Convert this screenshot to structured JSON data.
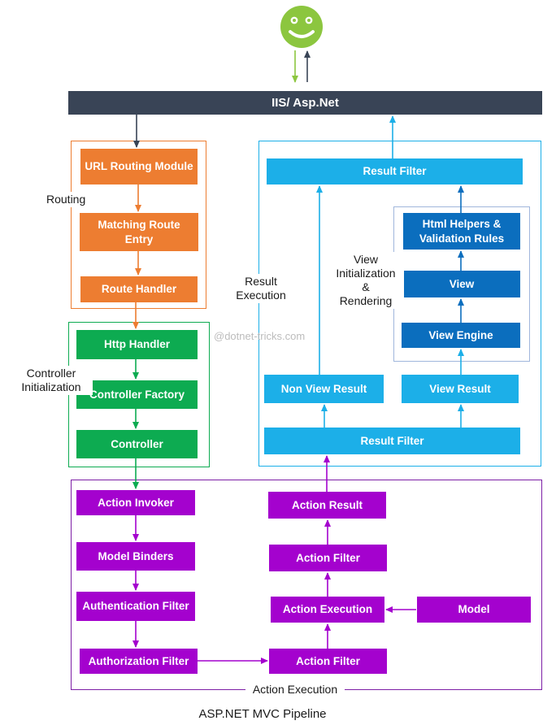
{
  "nodes": {
    "iis": "IIS/ Asp.Net",
    "url_routing_module": "URL Routing Module",
    "matching_route_entry": "Matching Route\nEntry",
    "route_handler": "Route Handler",
    "http_handler": "Http Handler",
    "controller_factory": "Controller Factory",
    "controller": "Controller",
    "action_invoker": "Action Invoker",
    "model_binders": "Model Binders",
    "authentication_filter": "Authentication Filter",
    "authorization_filter": "Authorization Filter",
    "action_result": "Action Result",
    "action_filter_top": "Action Filter",
    "action_execution": "Action Execution",
    "model": "Model",
    "action_filter_bottom": "Action Filter",
    "result_filter_top": "Result Filter",
    "html_helpers": "Html Helpers &\nValidation Rules",
    "view": "View",
    "view_engine": "View Engine",
    "non_view_result": "Non View Result",
    "view_result": "View Result",
    "result_filter_bottom": "Result Filter"
  },
  "labels": {
    "routing": "Routing",
    "controller_initialization": "Controller\nInitialization",
    "result_execution": "Result\nExecution",
    "view_initialization": "View\nInitialization\n&\nRendering",
    "action_execution": "Action Execution",
    "caption": "ASP.NET MVC Pipeline",
    "watermark": "@dotnet-tricks.com"
  },
  "icons": {
    "smiley": "user-smiley-face"
  },
  "colors": {
    "bar": "#394456",
    "orange": "#ED7D31",
    "green": "#0DAB51",
    "purple": "#A402CE",
    "purple_border": "#7D1FA6",
    "cyan": "#1CAFE8",
    "blue": "#0B6EBE",
    "smiley": "#8CC63F",
    "inner_border": "#A0B6DC",
    "watermark": "#BCBCBC",
    "text": "#1A1A1A"
  }
}
